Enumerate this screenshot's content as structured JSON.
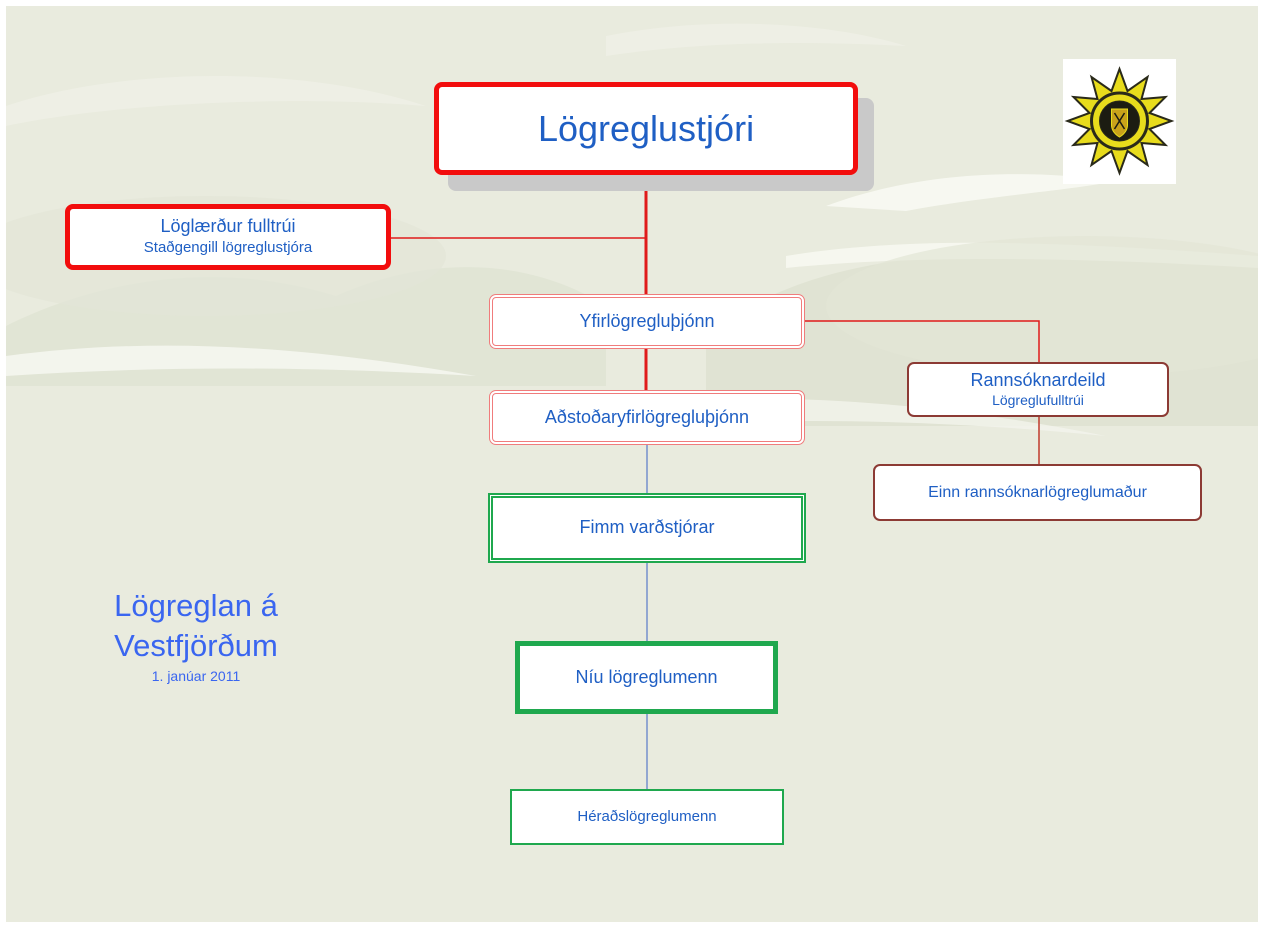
{
  "org_chart": {
    "chief": {
      "label": "Lögreglustjóri"
    },
    "legal_officer": {
      "label": "Löglærður fulltrúi",
      "sublabel": "Staðgengill lögreglustjóra"
    },
    "superintendent": {
      "label": "Yfirlögregluþjónn"
    },
    "assistant_superintendent": {
      "label": "Aðstoðaryfirlögregluþjónn"
    },
    "investigation": {
      "label": "Rannsóknardeild",
      "sublabel": "Lögreglufulltrúi"
    },
    "detective": {
      "label": "Einn rannsóknarlögreglumaður"
    },
    "shift_supervisors": {
      "label": "Fimm varðstjórar"
    },
    "police_officers": {
      "label": "Níu lögreglumenn"
    },
    "district_officers": {
      "label": "Héraðslögreglumenn"
    }
  },
  "title": {
    "line1": "Lögreglan á",
    "line2": "Vestfjörðum",
    "date": "1. janúar 2011"
  },
  "logo": {
    "icon": "police-star-badge-icon"
  },
  "colors": {
    "red_border": "#f20d0d",
    "pink_border": "#f07c7c",
    "brown_border": "#8c3a34",
    "green_border": "#1fa84e",
    "text_blue": "#1f5fc4",
    "title_blue": "#3a66f0",
    "background": "#e9ebde"
  }
}
